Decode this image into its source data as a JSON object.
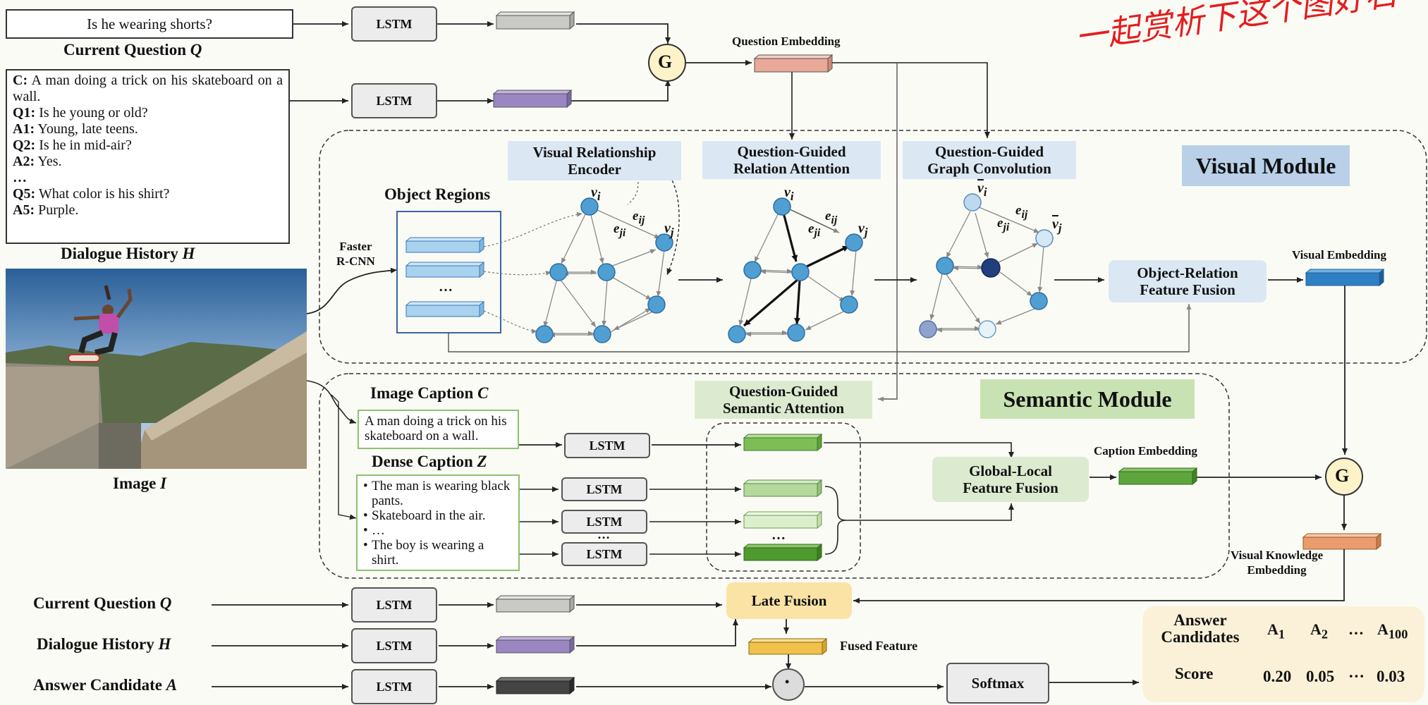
{
  "watermark": "一起赏析下这个图好石",
  "current_question": {
    "text": "Is he wearing shorts?",
    "title": "Current  Question",
    "symbol": "Q"
  },
  "dialogue_history": {
    "lines": [
      {
        "speaker": "C:",
        "text": "A man doing a trick on his skateboard on a wall."
      },
      {
        "speaker": "Q1:",
        "text": "Is he young or old?"
      },
      {
        "speaker": "A1:",
        "text": "Young, late teens."
      },
      {
        "speaker": "Q2:",
        "text": "Is he in mid-air?"
      },
      {
        "speaker": "A2:",
        "text": "Yes."
      },
      {
        "speaker": "…",
        "text": ""
      },
      {
        "speaker": "Q5:",
        "text": "What color is his shirt?"
      },
      {
        "speaker": "A5:",
        "text": "Purple."
      }
    ],
    "title": "Dialogue History",
    "symbol": "H"
  },
  "image": {
    "title": "Image",
    "symbol": "I"
  },
  "lstm_label": "LSTM",
  "gate_label": "G",
  "question_embedding": "Question Embedding",
  "visual_module": {
    "title": "Visual Module",
    "object_regions": "Object Regions",
    "faster_rcnn_line1": "Faster",
    "faster_rcnn_line2": "R-CNN",
    "ellipsis": "…",
    "vre_line1": "Visual Relationship",
    "vre_line2": "Encoder",
    "qgra_line1": "Question-Guided",
    "qgra_line2": "Relation Attention",
    "qggc_line1": "Question-Guided",
    "qggc_line2": "Graph Convolution",
    "orff_line1": "Object-Relation",
    "orff_line2": "Feature Fusion",
    "visual_embedding": "Visual Embedding",
    "graph_labels": {
      "vi": "v",
      "vi_sub": "i",
      "vj": "v",
      "vj_sub": "j",
      "eij": "e",
      "eij_sub": "ij",
      "eji": "e",
      "eji_sub": "ji"
    }
  },
  "semantic_module": {
    "title": "Semantic Module",
    "image_caption_title": "Image Caption",
    "image_caption_symbol": "C",
    "image_caption_text": "A man doing a trick on his skateboard on a wall.",
    "dense_caption_title": "Dense Caption",
    "dense_caption_symbol": "Z",
    "dense_captions": [
      "The man is wearing black pants.",
      "Skateboard in the air.",
      "…",
      "The boy is wearing a shirt."
    ],
    "ellipsis": "…",
    "qgsa_line1": "Question-Guided",
    "qgsa_line2": "Semantic Attention",
    "glff_line1": "Global-Local",
    "glff_line2": "Feature Fusion",
    "caption_embedding": "Caption Embedding"
  },
  "visual_knowledge_line1": "Visual Knowledge",
  "visual_knowledge_line2": "Embedding",
  "bottom": {
    "current_question": "Current Question",
    "current_question_symbol": "Q",
    "dialogue_history": "Dialogue History",
    "dialogue_history_symbol": "H",
    "answer_candidate": "Answer Candidate",
    "answer_candidate_symbol": "A",
    "late_fusion": "Late Fusion",
    "fused_feature": "Fused Feature",
    "dot": "•",
    "softmax": "Softmax"
  },
  "answer_table": {
    "header_line1": "Answer",
    "header_line2": "Candidates",
    "candidates": [
      {
        "main": "A",
        "sub": "1"
      },
      {
        "main": "A",
        "sub": "2"
      },
      {
        "main": "…",
        "sub": ""
      },
      {
        "main": "A",
        "sub": "100"
      }
    ],
    "score_label": "Score",
    "scores": [
      "0.20",
      "0.05",
      "···",
      "0.03"
    ]
  },
  "colors": {
    "gray_vec": "#c9c9c6",
    "purple_vec": "#9b86c4",
    "salmon_vec": "#eaa898",
    "blue_vec": "#2f7fc4",
    "green_vec": "#5ea53e",
    "light_green_vec": "#a9d48c",
    "pale_green_vec": "#dcefcd",
    "orange_vec": "#e99c6d",
    "yellow_vec": "#f0c24c",
    "dark_vec": "#444444",
    "node_blue": "#4f9fd3",
    "visual_title_bg": "#b9d0e8",
    "semantic_title_bg": "#c8e2b3",
    "sub_title_blue_bg": "#dbe8f4",
    "sub_title_green_bg": "#dcebd0",
    "late_fusion_bg": "#fbe3a6",
    "answer_bg": "#fbf1d8"
  }
}
